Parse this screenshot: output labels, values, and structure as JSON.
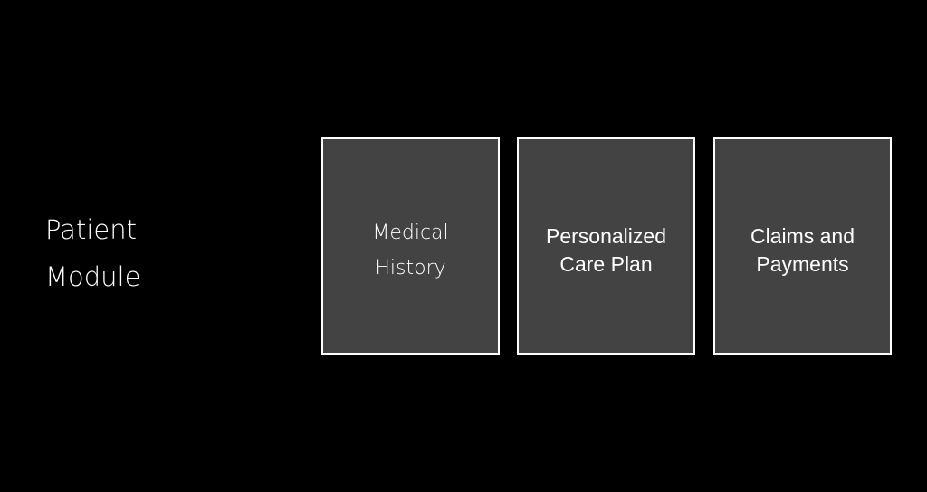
{
  "module_title": {
    "line1": "Patient",
    "line2": "Module"
  },
  "boxes": [
    {
      "line1": "Medical",
      "line2": "History"
    },
    {
      "line1": "Personalized",
      "line2": "Care Plan"
    },
    {
      "line1": "Claims and",
      "line2": "Payments"
    }
  ]
}
